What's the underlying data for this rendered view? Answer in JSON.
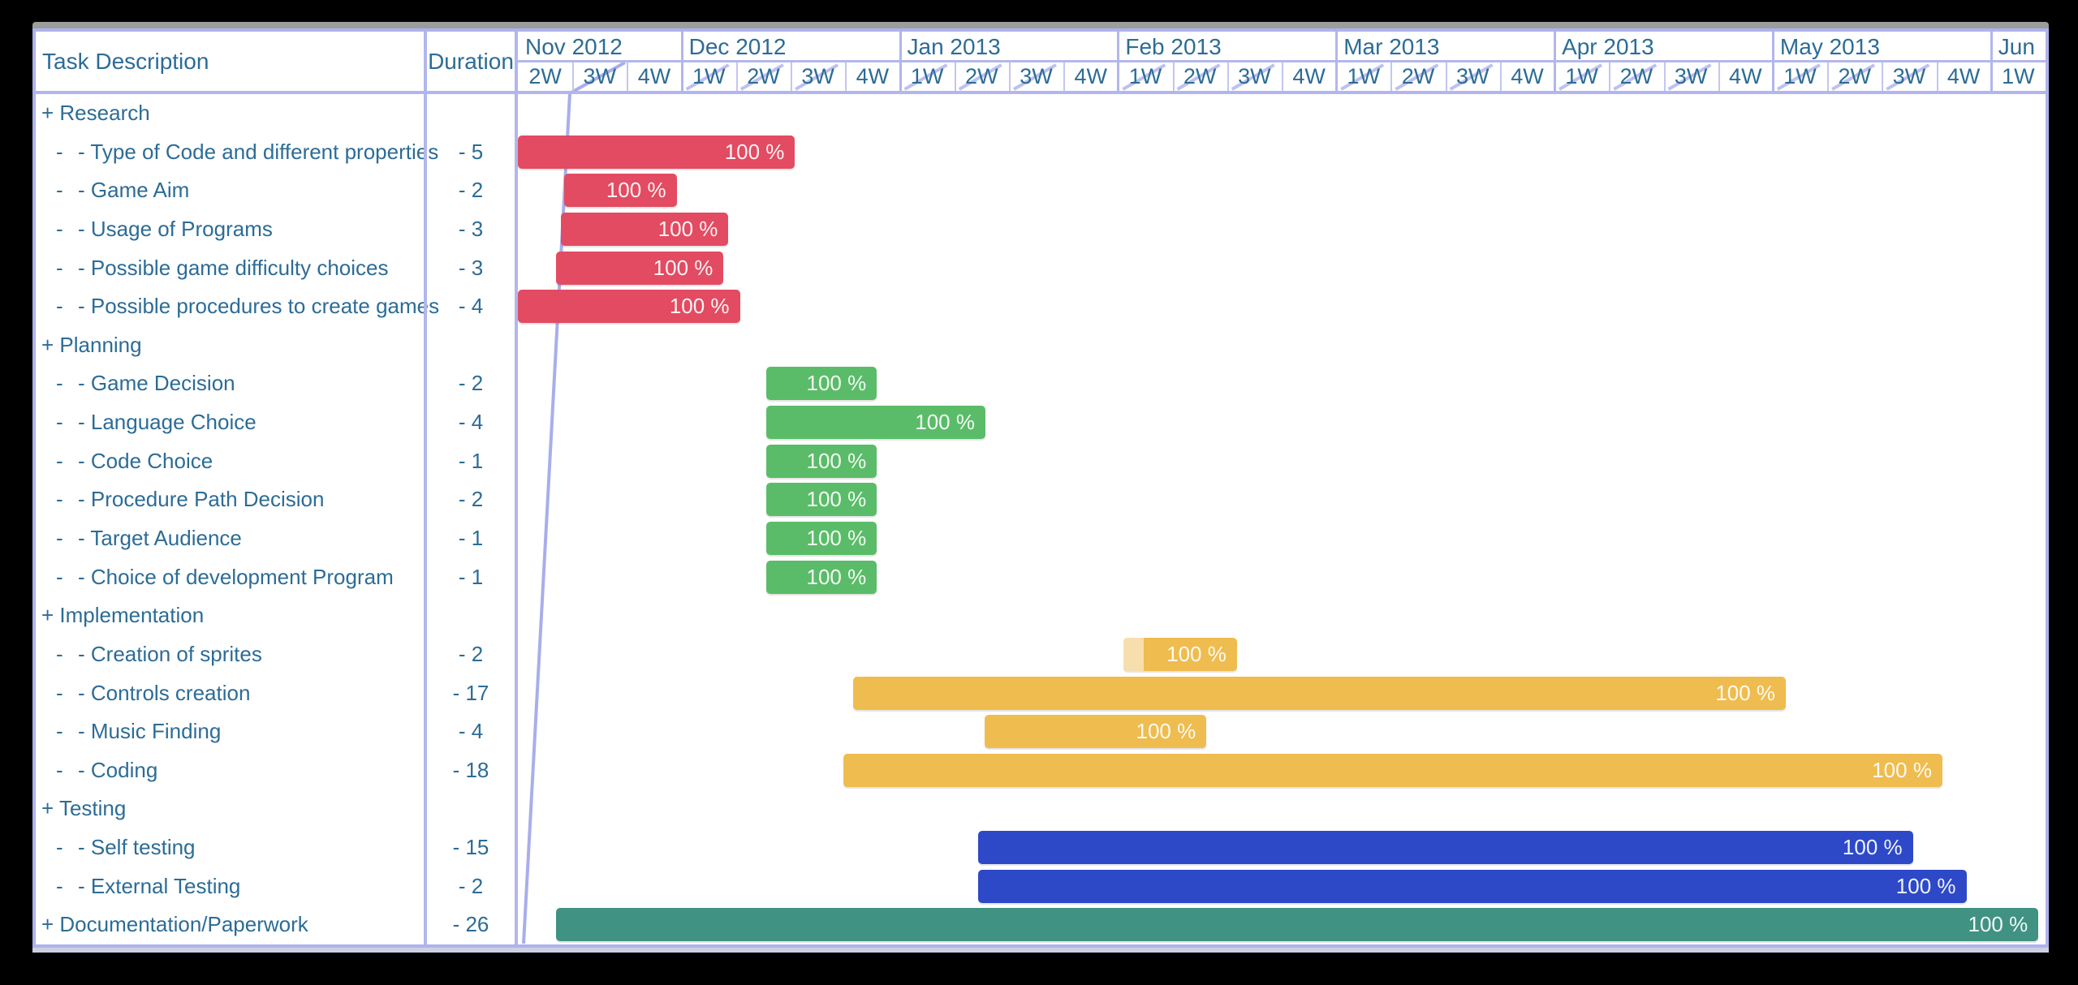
{
  "table": {
    "header": {
      "task_col": "Task Description",
      "duration_col": "Duration"
    }
  },
  "tasks": [
    {
      "group": true,
      "label": "+ Research",
      "duration": ""
    },
    {
      "group": false,
      "dash": "-",
      "label": "- Type of Code and different properties",
      "duration": "- 5"
    },
    {
      "group": false,
      "dash": "-",
      "label": "- Game Aim",
      "duration": "- 2"
    },
    {
      "group": false,
      "dash": "-",
      "label": "- Usage of Programs",
      "duration": "- 3"
    },
    {
      "group": false,
      "dash": "-",
      "label": "- Possible game difficulty choices",
      "duration": "- 3"
    },
    {
      "group": false,
      "dash": "-",
      "label": "- Possible procedures to create games",
      "duration": "- 4"
    },
    {
      "group": true,
      "label": "+ Planning",
      "duration": ""
    },
    {
      "group": false,
      "dash": "-",
      "label": "- Game Decision",
      "duration": "- 2"
    },
    {
      "group": false,
      "dash": "-",
      "label": "- Language Choice",
      "duration": "- 4"
    },
    {
      "group": false,
      "dash": "-",
      "label": "- Code Choice",
      "duration": "- 1"
    },
    {
      "group": false,
      "dash": "-",
      "label": "- Procedure Path Decision",
      "duration": "- 2"
    },
    {
      "group": false,
      "dash": "-",
      "label": "- Target Audience",
      "duration": "- 1"
    },
    {
      "group": false,
      "dash": "-",
      "label": "- Choice of development Program",
      "duration": "- 1"
    },
    {
      "group": true,
      "label": "+ Implementation",
      "duration": ""
    },
    {
      "group": false,
      "dash": "-",
      "label": "- Creation of sprites",
      "duration": "- 2"
    },
    {
      "group": false,
      "dash": "-",
      "label": "- Controls creation",
      "duration": "- 17"
    },
    {
      "group": false,
      "dash": "-",
      "label": "- Music Finding",
      "duration": "- 4"
    },
    {
      "group": false,
      "dash": "-",
      "label": "- Coding",
      "duration": "- 18"
    },
    {
      "group": true,
      "label": "+ Testing",
      "duration": ""
    },
    {
      "group": false,
      "dash": "-",
      "label": "- Self testing",
      "duration": "- 15"
    },
    {
      "group": false,
      "dash": "-",
      "label": "- External Testing",
      "duration": "- 2"
    },
    {
      "group": true,
      "label": "+ Documentation/Paperwork",
      "duration": "- 26"
    }
  ],
  "chart_data": {
    "type": "gantt",
    "weeks_total": 28,
    "months": [
      {
        "label": "Nov 2012",
        "weeks": [
          "2W",
          "3W",
          "4W"
        ],
        "slashes": [
          false,
          false,
          false
        ]
      },
      {
        "label": "Dec 2012",
        "weeks": [
          "1W",
          "2W",
          "3W",
          "4W"
        ],
        "slashes": [
          true,
          true,
          true,
          false
        ]
      },
      {
        "label": "Jan 2013",
        "weeks": [
          "1W",
          "2W",
          "3W",
          "4W"
        ],
        "slashes": [
          true,
          true,
          true,
          false
        ]
      },
      {
        "label": "Feb 2013",
        "weeks": [
          "1W",
          "2W",
          "3W",
          "4W"
        ],
        "slashes": [
          true,
          true,
          true,
          false
        ]
      },
      {
        "label": "Mar 2013",
        "weeks": [
          "1W",
          "2W",
          "3W",
          "4W"
        ],
        "slashes": [
          true,
          true,
          true,
          false
        ]
      },
      {
        "label": "Apr 2013",
        "weeks": [
          "1W",
          "2W",
          "3W",
          "4W"
        ],
        "slashes": [
          true,
          true,
          true,
          false
        ]
      },
      {
        "label": "May 2013",
        "weeks": [
          "1W",
          "2W",
          "3W",
          "4W"
        ],
        "slashes": [
          true,
          true,
          true,
          false
        ]
      },
      {
        "label": "Jun",
        "weeks": [
          "1W"
        ],
        "slashes": [
          false
        ]
      }
    ],
    "bars": [
      {
        "row": 1,
        "task": "Type of Code and different properties",
        "color": "red",
        "start_w": 0,
        "end_w": 5.08,
        "progress_label": "100 %"
      },
      {
        "row": 2,
        "task": "Game Aim",
        "color": "red",
        "start_w": 0.85,
        "end_w": 2.91,
        "progress_label": "100 %"
      },
      {
        "row": 3,
        "task": "Usage of Programs",
        "color": "red",
        "start_w": 0.79,
        "end_w": 3.86,
        "progress_label": "100 %"
      },
      {
        "row": 4,
        "task": "Possible game difficulty choices",
        "color": "red",
        "start_w": 0.7,
        "end_w": 3.77,
        "progress_label": "100 %"
      },
      {
        "row": 5,
        "task": "Possible procedures to create games",
        "color": "red",
        "start_w": 0,
        "end_w": 4.07,
        "progress_label": "100 %"
      },
      {
        "row": 7,
        "task": "Game Decision",
        "color": "green",
        "start_w": 4.56,
        "end_w": 6.58,
        "progress_label": "100 %"
      },
      {
        "row": 8,
        "task": "Language Choice",
        "color": "green",
        "start_w": 4.56,
        "end_w": 8.57,
        "progress_label": "100 %"
      },
      {
        "row": 9,
        "task": "Code Choice",
        "color": "green",
        "start_w": 4.56,
        "end_w": 6.58,
        "progress_label": "100 %"
      },
      {
        "row": 10,
        "task": "Procedure Path Decision",
        "color": "green",
        "start_w": 4.56,
        "end_w": 6.58,
        "progress_label": "100 %"
      },
      {
        "row": 11,
        "task": "Target Audience",
        "color": "green",
        "start_w": 4.56,
        "end_w": 6.58,
        "progress_label": "100 %"
      },
      {
        "row": 12,
        "task": "Choice of development Program",
        "color": "green",
        "start_w": 4.56,
        "end_w": 6.58,
        "progress_label": "100 %"
      },
      {
        "row": 14,
        "task": "Creation of sprites",
        "color": "yellow",
        "start_w": 11.1,
        "end_w": 13.18,
        "lead_w": 0.37,
        "progress_label": "100 %"
      },
      {
        "row": 15,
        "task": "Controls creation",
        "color": "yellow",
        "start_w": 6.15,
        "end_w": 23.24,
        "progress_label": "100 %"
      },
      {
        "row": 16,
        "task": "Music Finding",
        "color": "yellow",
        "start_w": 8.56,
        "end_w": 12.62,
        "progress_label": "100 %"
      },
      {
        "row": 17,
        "task": "Coding",
        "color": "yellow",
        "start_w": 5.97,
        "end_w": 26.11,
        "progress_label": "100 %"
      },
      {
        "row": 19,
        "task": "Self testing",
        "color": "blue",
        "start_w": 8.44,
        "end_w": 25.57,
        "progress_label": "100 %"
      },
      {
        "row": 20,
        "task": "External Testing",
        "color": "blue",
        "start_w": 8.44,
        "end_w": 26.55,
        "progress_label": "100 %"
      },
      {
        "row": 21,
        "task": "Documentation/Paperwork",
        "color": "teal",
        "start_w": 0.7,
        "end_w": 27.87,
        "progress_label": "100 %"
      }
    ],
    "progress_line": {
      "points": [
        [
          132,
          38
        ],
        [
          64,
          76
        ],
        [
          7,
          1124
        ]
      ]
    },
    "colors": {
      "red": "#e24b61",
      "green": "#5abc68",
      "yellow": "#efbc4f",
      "yellow_light": "#f6dfad",
      "blue": "#2d49c8",
      "teal": "#409282",
      "grid": "#b2b6ec",
      "slash": "#bdc1f0",
      "text": "#2c6c96"
    }
  }
}
